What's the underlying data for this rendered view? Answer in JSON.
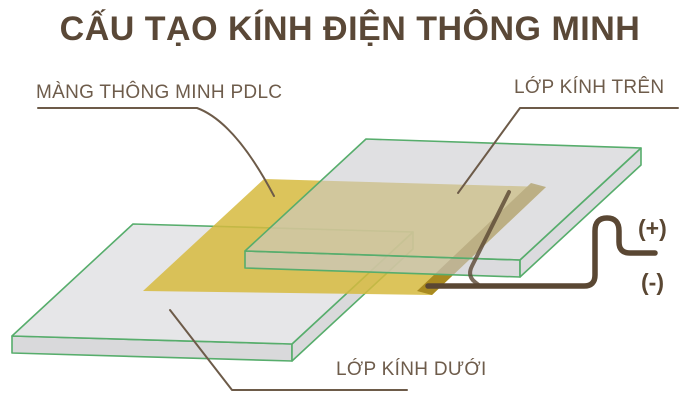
{
  "title": "CẤU TẠO KÍNH ĐIỆN THÔNG MINH",
  "diagram": {
    "film_label": "MÀNG THÔNG MINH PDLC",
    "top_glass_label": "LỚP KÍNH TRÊN",
    "bottom_glass_label": "LỚP KÍNH DƯỚI",
    "positive_terminal": "(+)",
    "negative_terminal": "(-)"
  },
  "colors": {
    "title": "#5a4837",
    "label": "#6e5c4b",
    "wire": "#5a4733",
    "leader": "#6d5b49",
    "film": "#d6ba3e",
    "busbar": "#a5871e",
    "glass_top": "#e6e6e8",
    "glass_side": "#d9d9db",
    "glass_top_upper": "#c9c9cd",
    "glass_edge": "#57ad6c",
    "background": "#ffffff"
  }
}
